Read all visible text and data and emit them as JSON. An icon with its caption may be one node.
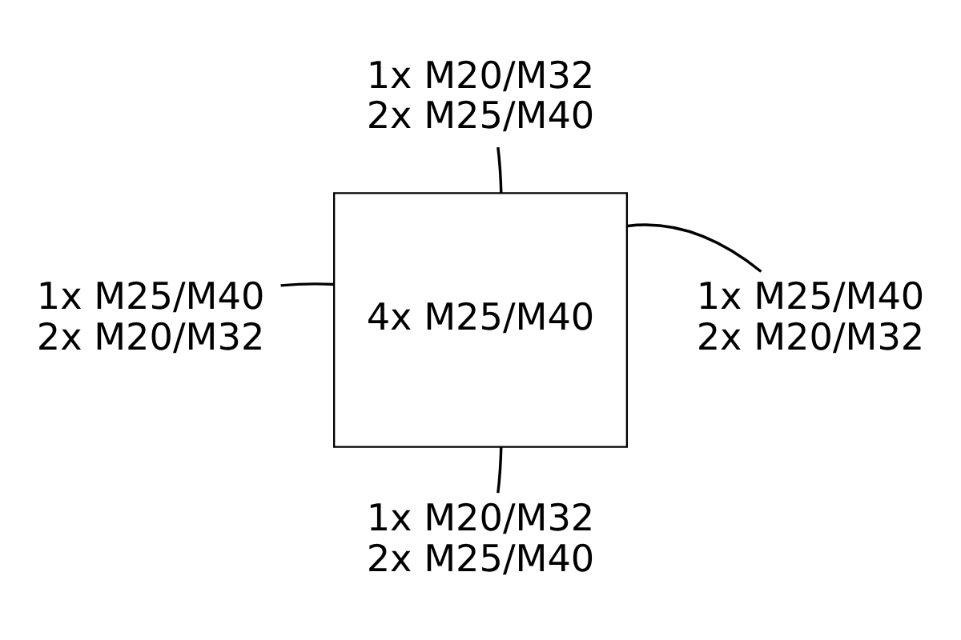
{
  "diagram": {
    "nodes": [
      {
        "text": [
          "1x M20/M32",
          "2x M25/M40"
        ]
      },
      {
        "text": [
          "1x M25/M40",
          "2x M20/M32"
        ]
      },
      {
        "text": [
          "4x M25/M40"
        ]
      },
      {
        "text": [
          "1x M25/M40",
          "2x M20/M32"
        ]
      },
      {
        "text": [
          "1x M20/M32",
          "2x M25/M40"
        ]
      }
    ],
    "edges": [
      {
        "from": 0,
        "to": 2,
        "arrow": "none"
      },
      {
        "from": 1,
        "to": 2,
        "arrow": "none"
      },
      {
        "from": 3,
        "to": 2,
        "arrow": "none"
      },
      {
        "from": 4,
        "to": 2,
        "arrow": "none"
      }
    ]
  }
}
